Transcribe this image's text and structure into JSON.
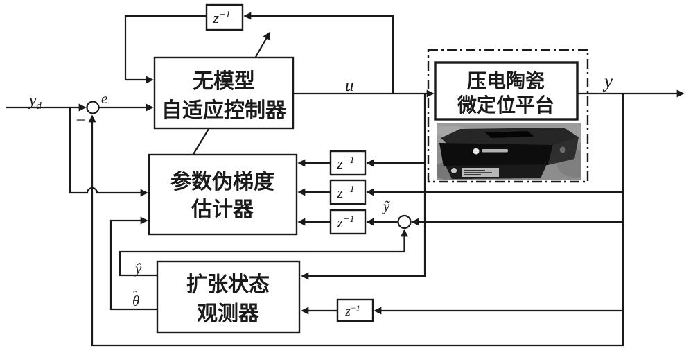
{
  "blocks": {
    "controller": {
      "line1": "无模型",
      "line2": "自适应控制器"
    },
    "estimator": {
      "line1": "参数伪梯度",
      "line2": "估计器"
    },
    "observer": {
      "line1": "扩张状态",
      "line2": "观测器"
    },
    "plant": {
      "line1": "压电陶瓷",
      "line2": "微定位平台"
    }
  },
  "delay": {
    "base": "z",
    "exp": "−1"
  },
  "signals": {
    "yd_main": "y",
    "yd_sub": "d",
    "e": "e",
    "u": "u",
    "y": "y",
    "y_tilde": "ỹ",
    "y_hat": "ŷ",
    "theta": "θ",
    "hat": "ˆ",
    "minus": "−"
  },
  "colors": {
    "line": "#1a1a1a",
    "background": "#ffffff"
  }
}
